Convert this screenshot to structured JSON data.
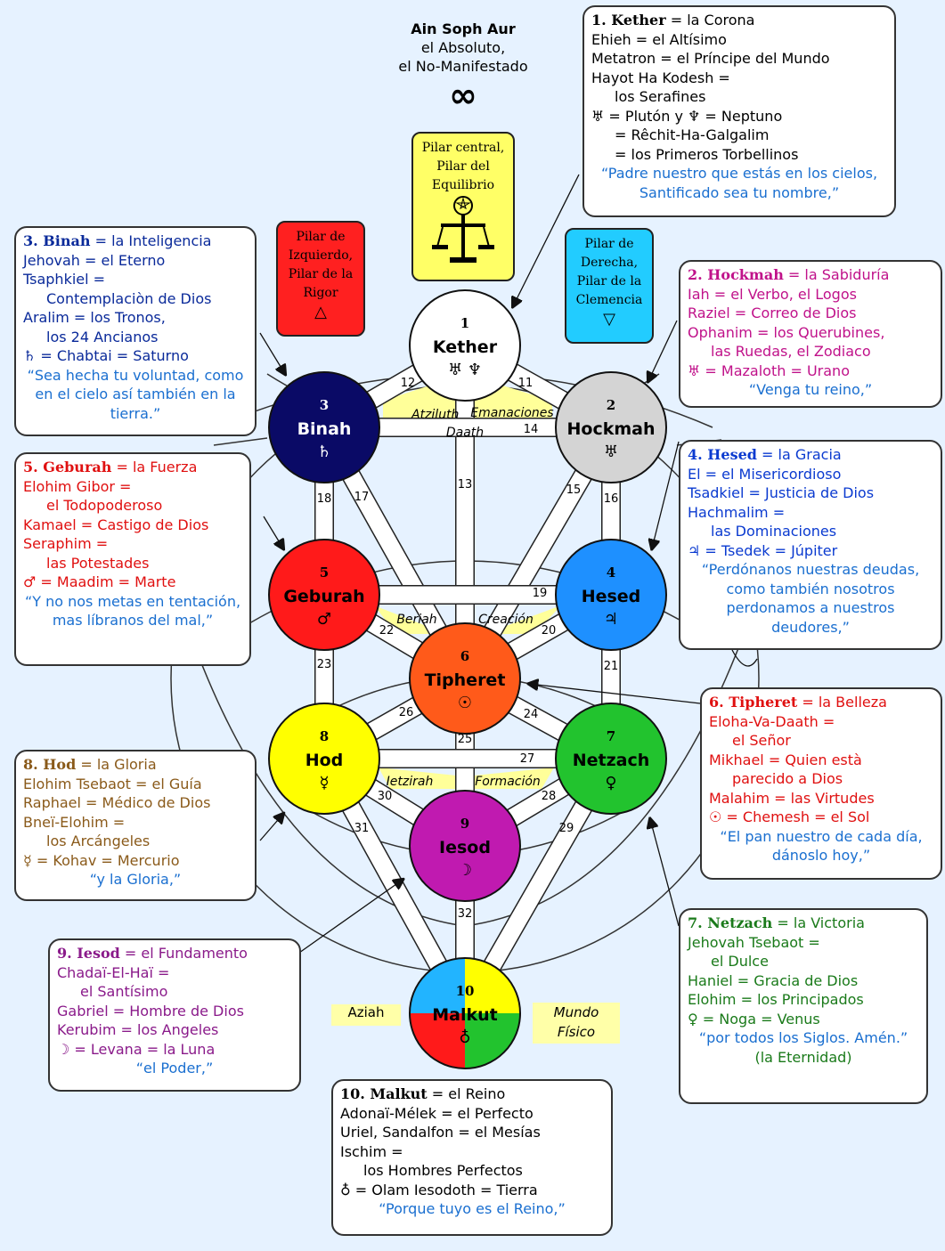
{
  "header": {
    "title": "Ain Soph Aur",
    "line2": "el Absoluto,",
    "line3": "el No-Manifestado",
    "symbol": "∞"
  },
  "pillars": {
    "central": {
      "lines": [
        "Pilar central,",
        "Pilar del",
        "Equilibrio"
      ],
      "color": "#ffff66"
    },
    "left": {
      "lines": [
        "Pilar de",
        "Izquierdo,",
        "Pilar de la",
        "Rigor"
      ],
      "symbol": "△",
      "color": "#ff2020"
    },
    "right": {
      "lines": [
        "Pilar de",
        "Derecha,",
        "Pilar de la",
        "Clemencia"
      ],
      "symbol": "▽",
      "color": "#22ccff"
    }
  },
  "worlds": {
    "atziluth": "Atziluth",
    "emanaciones": "Emanaciones",
    "daath": "Daath",
    "beriah": "Beriah",
    "creacion": "Creación",
    "ietzirah": "Ietzirah",
    "formacion": "Formación",
    "aziah": "Aziah",
    "mundo_fisico": [
      "Mundo",
      "Físico"
    ]
  },
  "sephiroth": [
    {
      "num": "1",
      "name": "Kether",
      "symbol": "♅ ♆",
      "color": "#ffffff",
      "text": "#000"
    },
    {
      "num": "2",
      "name": "Hockmah",
      "symbol": "♅",
      "color": "#d4d4d4",
      "text": "#000"
    },
    {
      "num": "3",
      "name": "Binah",
      "symbol": "♄",
      "color": "#0a0a66",
      "text": "#fff"
    },
    {
      "num": "4",
      "name": "Hesed",
      "symbol": "♃",
      "color": "#1e90ff",
      "text": "#000"
    },
    {
      "num": "5",
      "name": "Geburah",
      "symbol": "♂",
      "color": "#ff1a1a",
      "text": "#000"
    },
    {
      "num": "6",
      "name": "Tipheret",
      "symbol": "☉",
      "color": "#ff5a1a",
      "text": "#000"
    },
    {
      "num": "7",
      "name": "Netzach",
      "symbol": "♀",
      "color": "#22c32e",
      "text": "#000"
    },
    {
      "num": "8",
      "name": "Hod",
      "symbol": "☿",
      "color": "#ffff00",
      "text": "#000"
    },
    {
      "num": "9",
      "name": "Iesod",
      "symbol": "☽",
      "color": "#c01ab0",
      "text": "#000"
    },
    {
      "num": "10",
      "name": "Malkut",
      "symbol": "♁",
      "color": "#ffff00",
      "text": "#000"
    }
  ],
  "paths": [
    "11",
    "12",
    "13",
    "14",
    "15",
    "16",
    "17",
    "18",
    "19",
    "20",
    "21",
    "22",
    "23",
    "24",
    "25",
    "26",
    "27",
    "28",
    "29",
    "30",
    "31",
    "32"
  ],
  "boxes": {
    "kether": {
      "color": "#000000",
      "head": "1. Kether",
      "head_rest": " = la Corona",
      "lines": [
        "Ehieh = el Altísimo",
        "Metatron = el Príncipe del Mundo",
        "Hayot Ha Kodesh ="
      ],
      "ind": [
        "los Serafines"
      ],
      "lines2": [
        "♅ = Plutón y ♆ = Neptuno"
      ],
      "ind2": [
        "= Rêchit-Ha-Galgalim",
        "= los Primeros Torbellinos"
      ],
      "quote": "“Padre nuestro que estás en los cielos, Santificado sea tu nombre,”",
      "quote_color": "#1a6fd0"
    },
    "binah": {
      "color": "#0a2a9a",
      "head": "3. Binah",
      "head_rest": " = la Inteligencia",
      "lines": [
        "Jehovah = el Eterno",
        "Tsaphkiel ="
      ],
      "ind": [
        "Contemplaciòn de Dios"
      ],
      "lines2": [
        "Aralim = los Tronos,"
      ],
      "ind2": [
        "los 24 Ancianos"
      ],
      "lines3": [
        "♄ = Chabtai = Saturno"
      ],
      "quote": "“Sea hecha tu voluntad, como en el cielo así también en la tierra.”",
      "quote_color": "#1a6fd0"
    },
    "hockmah": {
      "color": "#c0128a",
      "head": "2. Hockmah",
      "head_rest": " = la Sabiduría",
      "lines": [
        "Iah = el Verbo, el Logos",
        "Raziel = Correo de Dios",
        "Ophanim = los Querubines,"
      ],
      "ind": [
        "las Ruedas, el Zodiaco"
      ],
      "lines2": [
        "♅ = Mazaloth = Urano"
      ],
      "quote": "“Venga tu reino,”",
      "quote_color": "#1a6fd0"
    },
    "hesed": {
      "color": "#0a3ad0",
      "head": "4. Hesed",
      "head_rest": " = la Gracia",
      "lines": [
        "El = el Misericordioso",
        "Tsadkiel = Justicia de Dios",
        "Hachmalim ="
      ],
      "ind": [
        "las Dominaciones"
      ],
      "lines2": [
        "♃ = Tsedek = Júpiter"
      ],
      "quote": "“Perdónanos nuestras deudas, como también nosotros perdonamos a nuestros deudores,”",
      "quote_color": "#1a6fd0"
    },
    "geburah": {
      "color": "#e01010",
      "head": "5. Geburah",
      "head_rest": " = la Fuerza",
      "lines": [
        "Elohim Gibor ="
      ],
      "ind": [
        "el Todopoderoso"
      ],
      "lines2": [
        "Kamael = Castigo de Dios",
        "Seraphim ="
      ],
      "ind2": [
        "las Potestades"
      ],
      "lines3": [
        "♂ = Maadim = Marte"
      ],
      "quote": "“Y no nos metas en tentación, mas líbranos del mal,”",
      "quote_color": "#1a6fd0"
    },
    "tipheret": {
      "color": "#e01010",
      "head": "6. Tipheret",
      "head_rest": " = la Belleza",
      "lines": [
        "Eloha-Va-Daath ="
      ],
      "ind": [
        "el Señor"
      ],
      "lines2": [
        "Mikhael = Quien està"
      ],
      "ind2": [
        "parecido a Dios"
      ],
      "lines3": [
        "Malahim = las Virtudes",
        "☉ = Chemesh = el Sol"
      ],
      "quote": "“El pan nuestro de cada día, dánoslo hoy,”",
      "quote_color": "#1a6fd0"
    },
    "hod": {
      "color": "#8a5a1a",
      "head": "8. Hod",
      "head_rest": " = la Gloria",
      "lines": [
        "Elohim Tsebaot = el Guía",
        "Raphael = Médico de Dios",
        "Bneï-Elohim ="
      ],
      "ind": [
        "los Arcángeles"
      ],
      "lines2": [
        "☿ = Kohav = Mercurio"
      ],
      "quote": "“y la Gloria,”",
      "quote_color": "#1a6fd0"
    },
    "netzach": {
      "color": "#1a7a1a",
      "head": "7. Netzach",
      "head_rest": " = la Victoria",
      "lines": [
        "Jehovah Tsebaot ="
      ],
      "ind": [
        "el Dulce"
      ],
      "lines2": [
        "Haniel = Gracia de Dios",
        "Elohim = los Principados",
        "♀ = Noga = Venus"
      ],
      "quote": "“por todos los Siglos. Amén.”",
      "quote2": "(la Eternidad)",
      "quote_color": "#1a6fd0"
    },
    "iesod": {
      "color": "#8a1a8a",
      "head": "9. Iesod",
      "head_rest": " = el Fundamento",
      "lines": [
        "Chadaï-El-Haï ="
      ],
      "ind": [
        "el Santísimo"
      ],
      "lines2": [
        "Gabriel = Hombre de Dios",
        "Kerubim = los Angeles",
        "☽ = Levana = la Luna"
      ],
      "quote": "“el Poder,”",
      "quote_color": "#1a6fd0"
    },
    "malkut": {
      "color": "#000000",
      "head": "10. Malkut",
      "head_rest": " = el Reino",
      "lines": [
        "Adonaï-Mélek = el Perfecto",
        "Uriel, Sandalfon = el Mesías",
        "Ischim ="
      ],
      "ind": [
        "los Hombres Perfectos"
      ],
      "lines2": [
        "♁ = Olam Iesodoth = Tierra"
      ],
      "quote": "“Porque tuyo es el Reino,”",
      "quote_color": "#1a6fd0"
    }
  }
}
